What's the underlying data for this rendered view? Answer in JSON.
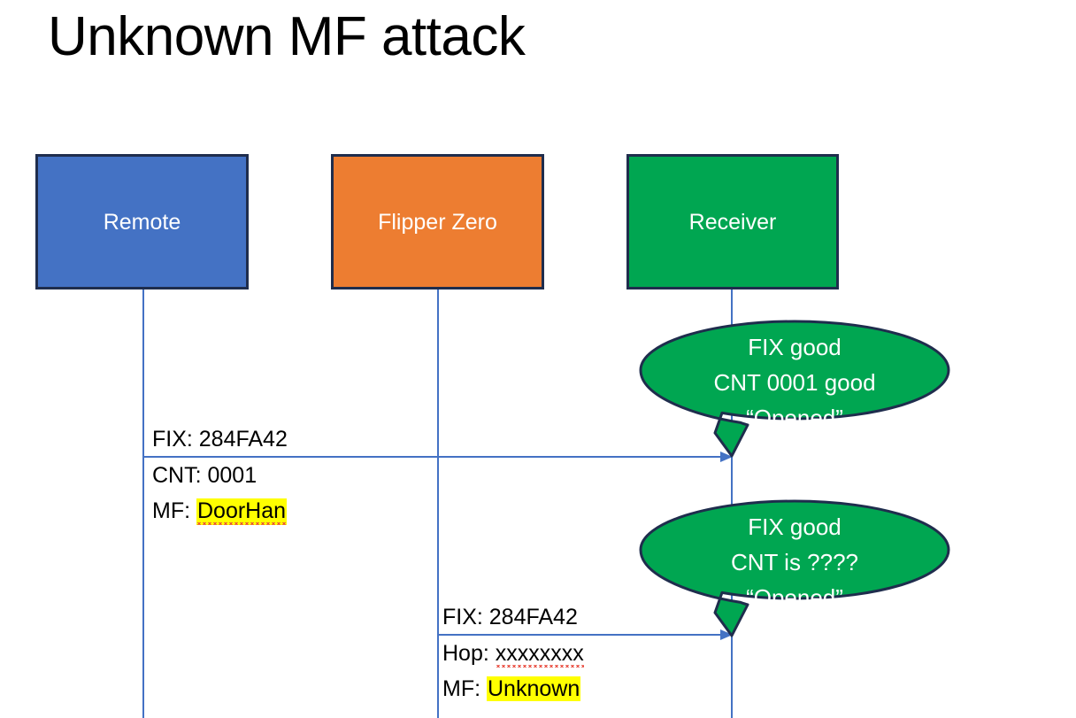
{
  "slide": {
    "title": "Unknown MF attack",
    "background": "#FFFFFF"
  },
  "colors": {
    "remote_fill": "#4472C4",
    "flipper_fill": "#ED7D31",
    "receiver_fill": "#00A651",
    "box_border": "#1F2D4D",
    "lifeline": "#4472C4",
    "arrow": "#4472C4",
    "highlight": "#FFFF00",
    "spellcheck_underline": "#E8483B",
    "label_text": "#000000",
    "box_text": "#FFFFFF"
  },
  "actors": [
    {
      "id": "remote",
      "label": "Remote",
      "fill": "#4472C4"
    },
    {
      "id": "flipper",
      "label": "Flipper Zero",
      "fill": "#ED7D31"
    },
    {
      "id": "receiver",
      "label": "Receiver",
      "fill": "#00A651"
    }
  ],
  "messages": [
    {
      "id": "msg-1",
      "from": "remote",
      "to": "receiver",
      "line_above": "FIX: 284FA42",
      "line_below_1": "CNT: 0001",
      "line_below_2_prefix": "MF: ",
      "line_below_2_value": "DoorHan",
      "highlighted": true,
      "spellchecked": true
    },
    {
      "id": "msg-2",
      "from": "flipper",
      "to": "receiver",
      "line_above": "FIX: 284FA42",
      "line_below_1_prefix": "Hop: ",
      "line_below_1_value": "xxxxxxxx",
      "line_below_2_prefix": "MF: ",
      "line_below_2_value": "Unknown",
      "highlighted": true,
      "spellchecked": true
    }
  ],
  "callouts": [
    {
      "id": "callout-1",
      "anchor": "receiver",
      "line1": "FIX good",
      "line2": "CNT 0001 good",
      "line3": "“Opened”",
      "fill": "#00A651"
    },
    {
      "id": "callout-2",
      "anchor": "receiver",
      "line1": "FIX good",
      "line2": "CNT is ????",
      "line3": "“Opened”",
      "fill": "#00A651"
    }
  ]
}
